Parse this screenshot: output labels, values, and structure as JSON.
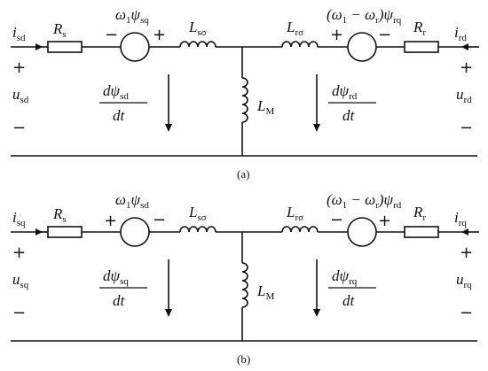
{
  "circuits": [
    {
      "id": "a",
      "caption": "(a)",
      "labels": {
        "stator_current": [
          "i",
          "sd"
        ],
        "stator_voltage": [
          "u",
          "sd"
        ],
        "stator_resistance": [
          "R",
          "s"
        ],
        "source_left": [
          "ω",
          "1",
          "ψ",
          "sq"
        ],
        "stator_leakage": [
          "L",
          "sσ"
        ],
        "magnetizing": [
          "L",
          "M"
        ],
        "rotor_leakage": [
          "L",
          "rσ"
        ],
        "source_right": [
          "(ω",
          "1",
          " − ω",
          "r",
          ")ψ",
          "rq"
        ],
        "rotor_resistance": [
          "R",
          "r"
        ],
        "rotor_current": [
          "i",
          "rd"
        ],
        "rotor_voltage": [
          "u",
          "rd"
        ],
        "stator_flux_num": [
          "dψ",
          "sd"
        ],
        "rotor_flux_num": [
          "dψ",
          "rd"
        ],
        "deriv_den": "dt"
      },
      "source_left_signs": [
        "−",
        "+"
      ],
      "source_right_signs": [
        "+",
        "−"
      ],
      "terminal_signs": [
        "+",
        "−"
      ]
    },
    {
      "id": "b",
      "caption": "(b)",
      "labels": {
        "stator_current": [
          "i",
          "sq"
        ],
        "stator_voltage": [
          "u",
          "sq"
        ],
        "stator_resistance": [
          "R",
          "s"
        ],
        "source_left": [
          "ω",
          "1",
          "ψ",
          "sd"
        ],
        "stator_leakage": [
          "L",
          "sσ"
        ],
        "magnetizing": [
          "L",
          "M"
        ],
        "rotor_leakage": [
          "L",
          "rσ"
        ],
        "source_right": [
          "(ω",
          "1",
          " − ω",
          "r",
          ")ψ",
          "rd"
        ],
        "rotor_resistance": [
          "R",
          "r"
        ],
        "rotor_current": [
          "i",
          "rq"
        ],
        "rotor_voltage": [
          "u",
          "rq"
        ],
        "stator_flux_num": [
          "dψ",
          "sq"
        ],
        "rotor_flux_num": [
          "dψ",
          "rq"
        ],
        "deriv_den": "dt"
      },
      "source_left_signs": [
        "+",
        "−"
      ],
      "source_right_signs": [
        "−",
        "+"
      ],
      "terminal_signs": [
        "+",
        "−"
      ]
    }
  ]
}
